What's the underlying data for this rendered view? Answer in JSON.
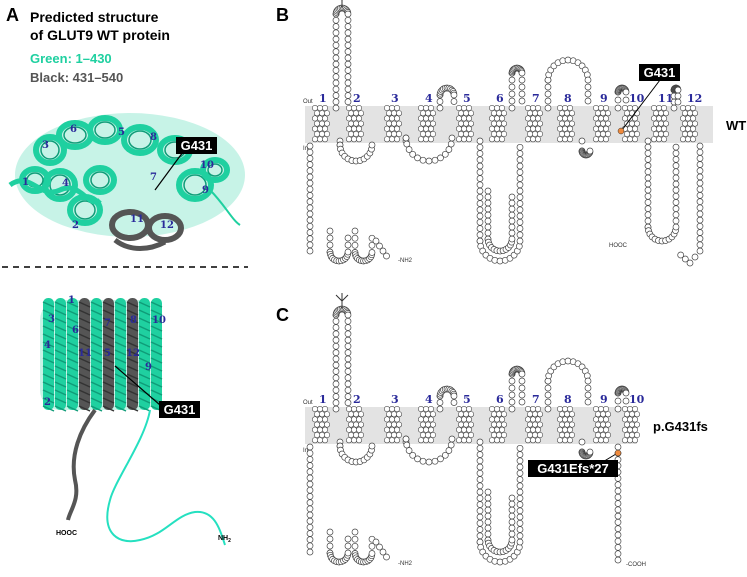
{
  "panels": {
    "a": {
      "letter": "A",
      "title_line1": "Predicted structure",
      "title_line2": "of GLUT9 WT protein",
      "legend_green": "Green: 1–430",
      "legend_black": "Black: 431–540",
      "colors": {
        "green": "#1fd0a0",
        "black": "#555555"
      },
      "top_view_label": "G431",
      "side_view_label": "G431",
      "cooh": "HOOC",
      "nh2": "NH",
      "nh2_sub": "2",
      "top_helix_numbers": [
        "6",
        "3",
        "5",
        "8",
        "1",
        "4",
        "7",
        "10",
        "9",
        "2",
        "11",
        "12"
      ],
      "side_helix_numbers": [
        "1",
        "3",
        "6",
        "7",
        "8",
        "10",
        "4",
        "11",
        "5",
        "12",
        "9",
        "2"
      ]
    },
    "b": {
      "letter": "B",
      "out": "Out",
      "in": "In",
      "state_label": "WT",
      "mutation_label": "G431",
      "tm_numbers": [
        "1",
        "2",
        "3",
        "4",
        "5",
        "6",
        "7",
        "8",
        "9",
        "10",
        "11",
        "12"
      ],
      "nh2": "-NH2",
      "cooh": "HOOC"
    },
    "c": {
      "letter": "C",
      "out": "Out",
      "in": "In",
      "state_label": "p.G431fs",
      "mutation_label": "G431Efs*27",
      "tm_numbers": [
        "1",
        "2",
        "3",
        "4",
        "5",
        "6",
        "7",
        "8",
        "9",
        "10"
      ],
      "nh2": "-NH2",
      "cooh": "-COOH"
    }
  }
}
